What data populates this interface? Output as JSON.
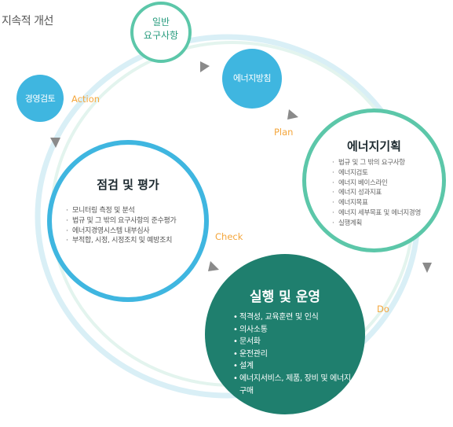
{
  "header": {
    "title": "지속적 개선"
  },
  "nodes": {
    "general": {
      "lines": [
        "일반",
        "요구사항"
      ]
    },
    "policy": {
      "label": "에너지방침"
    },
    "review": {
      "label": "경영검토"
    },
    "plan": {
      "title": "에너지기획",
      "items": [
        "법규 및 그 밖의 요구사항",
        "에너지검토",
        "에너지 베이스라인",
        "에너지 성과지표",
        "에너지목표",
        "에너지 세부목표 및 에너지경영",
        "실행계획"
      ]
    },
    "check": {
      "title": "점검 및 평가",
      "items": [
        "모니터링 측정 및 분석",
        "법규 및 그 밖의 요구사항의 준수평가",
        "에너지경영시스템 내부심사",
        "부적합, 시정, 시정조치 및 예방조치"
      ]
    },
    "do": {
      "title": "실행 및 운영",
      "items": [
        "적격성, 교육훈련 및 인식",
        "의사소통",
        "문서화",
        "운전관리",
        "설계",
        "에너지서비스, 제품, 장비 및 에너지 구매"
      ]
    }
  },
  "phases": {
    "action": "Action",
    "plan": "Plan",
    "check": "Check",
    "do": "Do"
  },
  "colors": {
    "teal": "#5cc7a9",
    "blue": "#3fb6e0",
    "dark_green": "#1f7f6e",
    "orange": "#f4a63c",
    "arrow": "#8a8a8a",
    "ring": "#d7eef6"
  }
}
